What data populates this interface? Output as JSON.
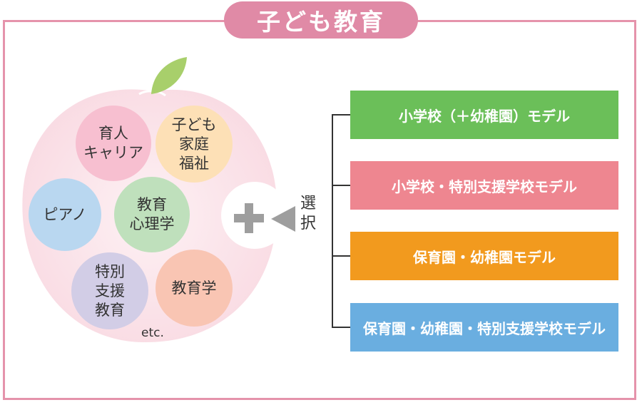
{
  "header": {
    "title": "子ども教育"
  },
  "bubbles": {
    "ikujin": "育人\nキャリア",
    "kodomo": "子ども\n家庭\n福祉",
    "piano": "ピアノ",
    "shinri": "教育\n心理学",
    "tokubetsu": "特別\n支援\n教育",
    "kyouiku": "教育学",
    "etc": "etc."
  },
  "select_label": "選\n択",
  "models": [
    {
      "label": "小学校（＋幼稚園）モデル",
      "color": "#6bbf59"
    },
    {
      "label": "小学校・特別支援学校モデル",
      "color": "#ee8690"
    },
    {
      "label": "保育園・幼稚園モデル",
      "color": "#f29a1e"
    },
    {
      "label": "保育園・幼稚園・特別支援学校モデル",
      "color": "#6aaee0"
    }
  ],
  "colors": {
    "frame": "#e593ab",
    "apple": "#fbe4ea",
    "leaf": "#a8cf6b",
    "ikujin": "#f7bfd0",
    "kodomo": "#fde0b6",
    "piano": "#b9d7f0",
    "shinri": "#bfe0bc",
    "tokubetsu": "#d2cde6",
    "kyouiku": "#f9c5b3",
    "plus": "#9e9e9e"
  }
}
